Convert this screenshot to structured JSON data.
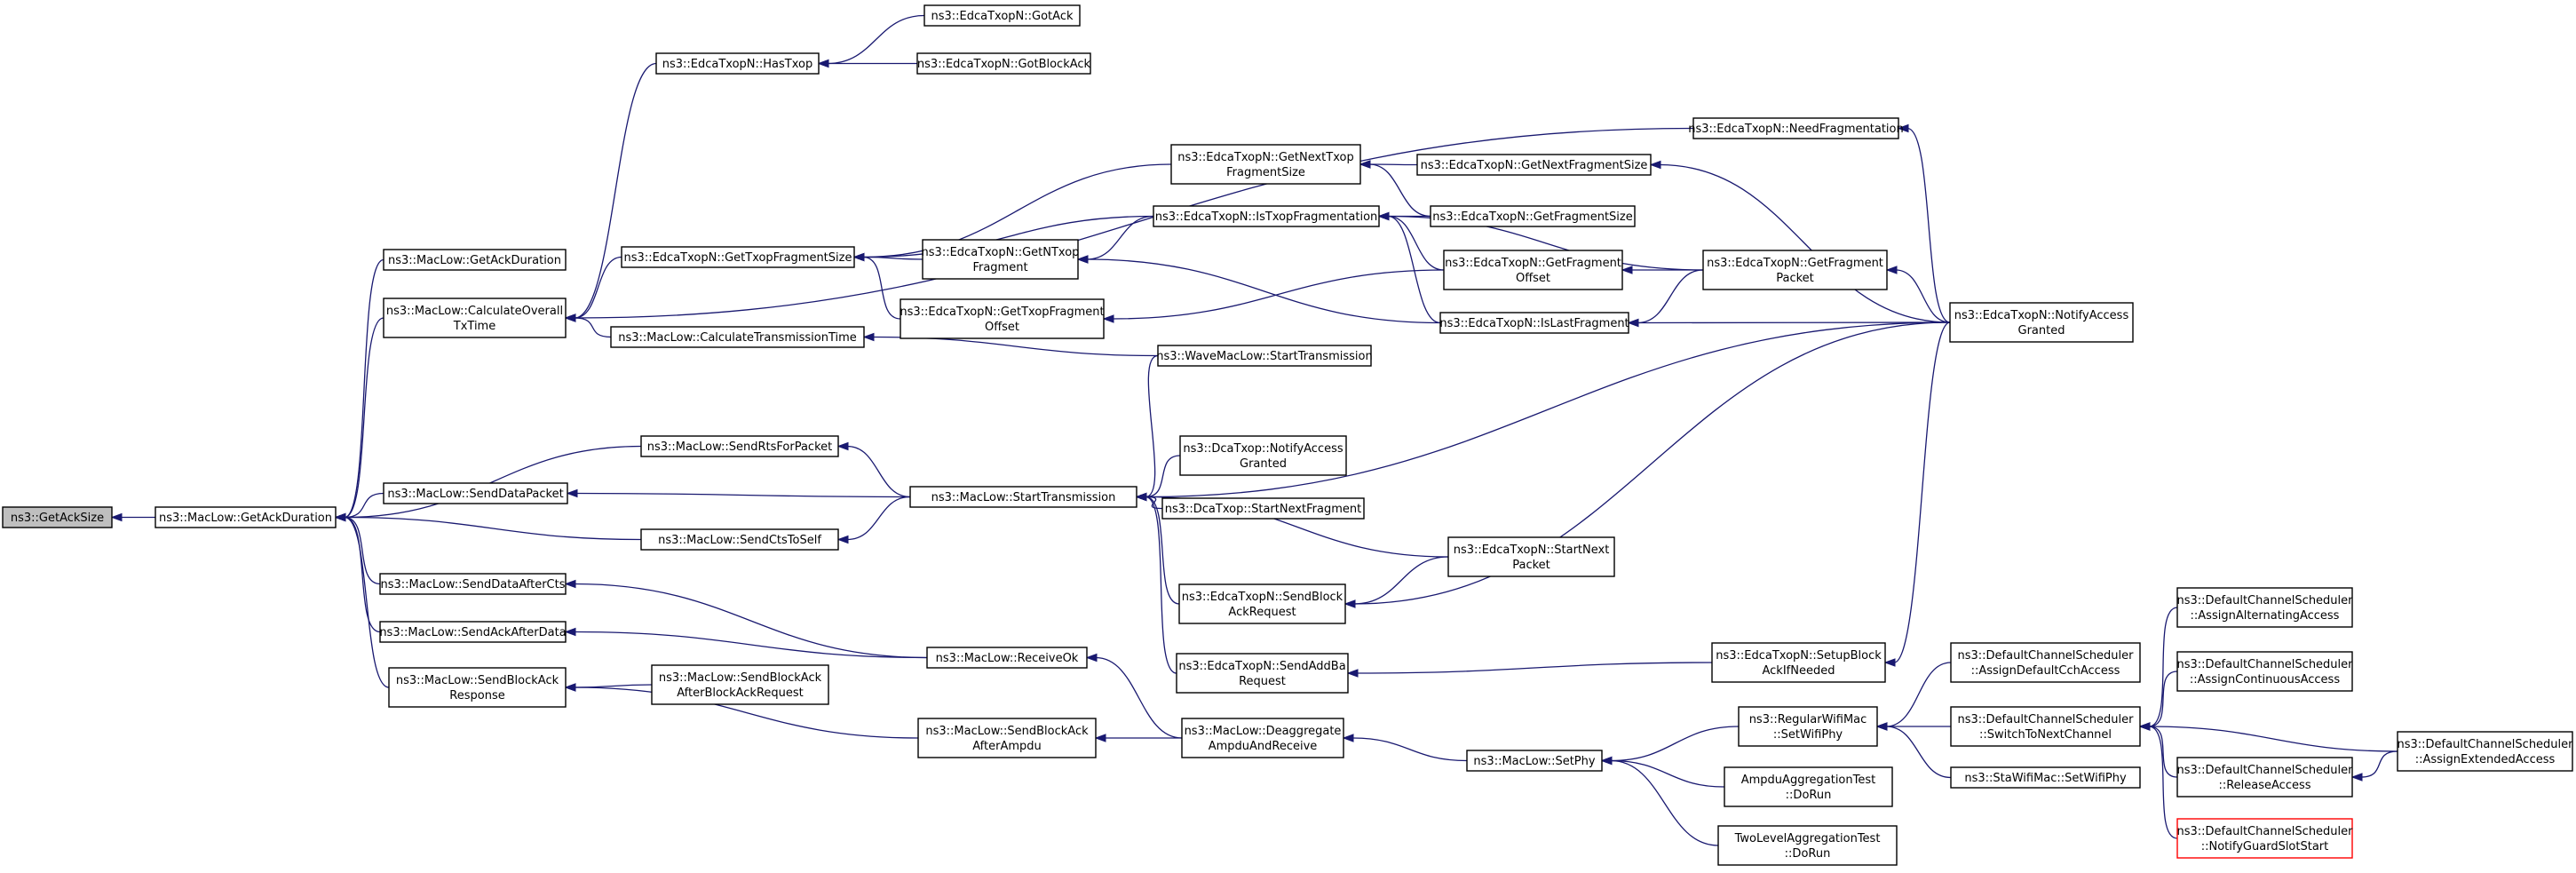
{
  "colors": {
    "edge": "#191970",
    "root_fill": "#bfbfbf",
    "border": "#000000",
    "truncated_border": "#ff0000"
  },
  "nodes": [
    {
      "id": "n0",
      "lines": [
        "ns3::GetAckSize"
      ],
      "root": true
    },
    {
      "id": "n1",
      "lines": [
        "ns3::MacLow::GetAckDuration"
      ]
    },
    {
      "id": "n2",
      "lines": [
        "ns3::MacLow::GetAckDuration"
      ]
    },
    {
      "id": "n3",
      "lines": [
        "ns3::MacLow::CalculateOverall",
        "TxTime"
      ]
    },
    {
      "id": "n4",
      "lines": [
        "ns3::MacLow::SendRtsForPacket"
      ]
    },
    {
      "id": "n5",
      "lines": [
        "ns3::MacLow::SendDataPacket"
      ]
    },
    {
      "id": "n6",
      "lines": [
        "ns3::MacLow::SendCtsToSelf"
      ]
    },
    {
      "id": "n7",
      "lines": [
        "ns3::MacLow::SendDataAfterCts"
      ]
    },
    {
      "id": "n8",
      "lines": [
        "ns3::MacLow::SendAckAfterData"
      ]
    },
    {
      "id": "n9",
      "lines": [
        "ns3::MacLow::SendBlockAck",
        "Response"
      ]
    },
    {
      "id": "n10",
      "lines": [
        "ns3::EdcaTxopN::HasTxop"
      ]
    },
    {
      "id": "n11",
      "lines": [
        "ns3::EdcaTxopN::GetTxopFragmentSize"
      ]
    },
    {
      "id": "n12",
      "lines": [
        "ns3::MacLow::CalculateTransmissionTime"
      ]
    },
    {
      "id": "n13",
      "lines": [
        "ns3::MacLow::StartTransmission"
      ]
    },
    {
      "id": "n14",
      "lines": [
        "ns3::MacLow::SendBlockAck",
        "AfterBlockAckRequest"
      ]
    },
    {
      "id": "n15",
      "lines": [
        "ns3::MacLow::ReceiveOk"
      ]
    },
    {
      "id": "n16",
      "lines": [
        "ns3::MacLow::SendBlockAck",
        "AfterAmpdu"
      ]
    },
    {
      "id": "n17",
      "lines": [
        "ns3::EdcaTxopN::GotAck"
      ]
    },
    {
      "id": "n18",
      "lines": [
        "ns3::EdcaTxopN::GotBlockAck"
      ]
    },
    {
      "id": "n19",
      "lines": [
        "ns3::EdcaTxopN::GetNTxop",
        "Fragment"
      ]
    },
    {
      "id": "n20",
      "lines": [
        "ns3::EdcaTxopN::GetTxopFragment",
        "Offset"
      ]
    },
    {
      "id": "n21",
      "lines": [
        "ns3::EdcaTxopN::GetNextTxop",
        "FragmentSize"
      ]
    },
    {
      "id": "n22",
      "lines": [
        "ns3::EdcaTxopN::IsTxopFragmentation"
      ]
    },
    {
      "id": "n23",
      "lines": [
        "ns3::WaveMacLow::StartTransmission"
      ]
    },
    {
      "id": "n24",
      "lines": [
        "ns3::DcaTxop::NotifyAccess",
        "Granted"
      ]
    },
    {
      "id": "n25",
      "lines": [
        "ns3::DcaTxop::StartNextFragment"
      ]
    },
    {
      "id": "n26",
      "lines": [
        "ns3::EdcaTxopN::SendBlock",
        "AckRequest"
      ]
    },
    {
      "id": "n27",
      "lines": [
        "ns3::EdcaTxopN::SendAddBa",
        "Request"
      ]
    },
    {
      "id": "n28",
      "lines": [
        "ns3::MacLow::Deaggregate",
        "AmpduAndReceive"
      ]
    },
    {
      "id": "n29",
      "lines": [
        "ns3::EdcaTxopN::GetNextFragmentSize"
      ]
    },
    {
      "id": "n30",
      "lines": [
        "ns3::EdcaTxopN::GetFragmentSize"
      ]
    },
    {
      "id": "n31",
      "lines": [
        "ns3::EdcaTxopN::GetFragment",
        "Offset"
      ]
    },
    {
      "id": "n32",
      "lines": [
        "ns3::EdcaTxopN::IsLastFragment"
      ]
    },
    {
      "id": "n33",
      "lines": [
        "ns3::EdcaTxopN::StartNext",
        "Packet"
      ]
    },
    {
      "id": "n34",
      "lines": [
        "ns3::MacLow::SetPhy"
      ]
    },
    {
      "id": "n35",
      "lines": [
        "ns3::EdcaTxopN::NeedFragmentation"
      ]
    },
    {
      "id": "n36",
      "lines": [
        "ns3::EdcaTxopN::GetFragment",
        "Packet"
      ]
    },
    {
      "id": "n37",
      "lines": [
        "ns3::EdcaTxopN::SetupBlock",
        "AckIfNeeded"
      ]
    },
    {
      "id": "n38",
      "lines": [
        "ns3::RegularWifiMac",
        "::SetWifiPhy"
      ]
    },
    {
      "id": "n39",
      "lines": [
        "AmpduAggregationTest",
        "::DoRun"
      ]
    },
    {
      "id": "n40",
      "lines": [
        "TwoLevelAggregationTest",
        "::DoRun"
      ]
    },
    {
      "id": "n41",
      "lines": [
        "ns3::EdcaTxopN::NotifyAccess",
        "Granted"
      ]
    },
    {
      "id": "n42",
      "lines": [
        "ns3::DefaultChannelScheduler",
        "::AssignDefaultCchAccess"
      ]
    },
    {
      "id": "n43",
      "lines": [
        "ns3::DefaultChannelScheduler",
        "::SwitchToNextChannel"
      ]
    },
    {
      "id": "n44",
      "lines": [
        "ns3::StaWifiMac::SetWifiPhy"
      ]
    },
    {
      "id": "n45",
      "lines": [
        "ns3::DefaultChannelScheduler",
        "::AssignAlternatingAccess"
      ]
    },
    {
      "id": "n46",
      "lines": [
        "ns3::DefaultChannelScheduler",
        "::AssignContinuousAccess"
      ]
    },
    {
      "id": "n47",
      "lines": [
        "ns3::DefaultChannelScheduler",
        "::ReleaseAccess"
      ]
    },
    {
      "id": "n48",
      "lines": [
        "ns3::DefaultChannelScheduler",
        "::NotifyGuardSlotStart"
      ],
      "truncated": true
    },
    {
      "id": "n49",
      "lines": [
        "ns3::DefaultChannelScheduler",
        "::AssignExtendedAccess"
      ]
    }
  ]
}
